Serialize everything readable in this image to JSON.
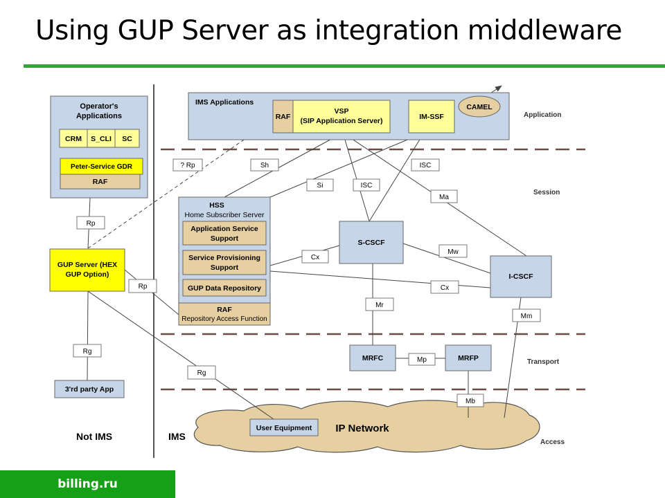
{
  "slide": {
    "title": "Using GUP Server as integration middleware",
    "footer_brand": "billing.ru",
    "colors": {
      "rule": "#3aa23a",
      "brand_band": "#16a016"
    }
  },
  "diagram": {
    "side_labels": {
      "not_ims": "Not IMS",
      "ims": "IMS"
    },
    "layers": [
      "Application",
      "Session",
      "Transport",
      "Access"
    ],
    "operator": {
      "title_line1": "Operator's",
      "title_line2": "Applications",
      "apps": [
        "CRM",
        "S_CLI",
        "SC"
      ],
      "gdr": "Peter-Service GDR",
      "raf": "RAF"
    },
    "gup_server": {
      "line1": "GUP Server (HEX",
      "line2": "GUP Option)"
    },
    "third_party_app": "3'rd party App",
    "ims_apps": {
      "title": "IMS Applications",
      "raf": "RAF",
      "vsp_line1": "VSP",
      "vsp_line2": "(SIP Application Server)",
      "imssf": "IM-SSF",
      "camel": "CAMEL"
    },
    "hss": {
      "title": "HSS",
      "subtitle": "Home Subscriber Server",
      "ass_line1": "Application Service",
      "ass_line2": "Support",
      "sps_line1": "Service Provisioning",
      "sps_line2": "Support",
      "gdr": "GUP Data Repository",
      "raf": "RAF",
      "raf_full": "Repository Access Function"
    },
    "nodes": {
      "scscf": "S-CSCF",
      "icscf": "I-CSCF",
      "mrfc": "MRFC",
      "mrfp": "MRFP",
      "ue": "User Equipment",
      "ip_network": "IP Network"
    },
    "interfaces": {
      "rp_q": "? Rp",
      "sh": "Sh",
      "isc_top": "ISC",
      "si": "Si",
      "isc_mid": "ISC",
      "ma": "Ma",
      "cx_left": "Cx",
      "mw": "Mw",
      "cx_right": "Cx",
      "mr": "Mr",
      "mm": "Mm",
      "mp": "Mp",
      "mb": "Mb",
      "rp_op": "Rp",
      "rp_gup": "Rp",
      "rg_left": "Rg",
      "rg_mid": "Rg"
    },
    "colors": {
      "blue_box": "#c6d6e8",
      "tan_box": "#e6cfa0",
      "yellow_box": "#ffff00",
      "line": "#444444",
      "dash": "#6b4c44"
    }
  }
}
